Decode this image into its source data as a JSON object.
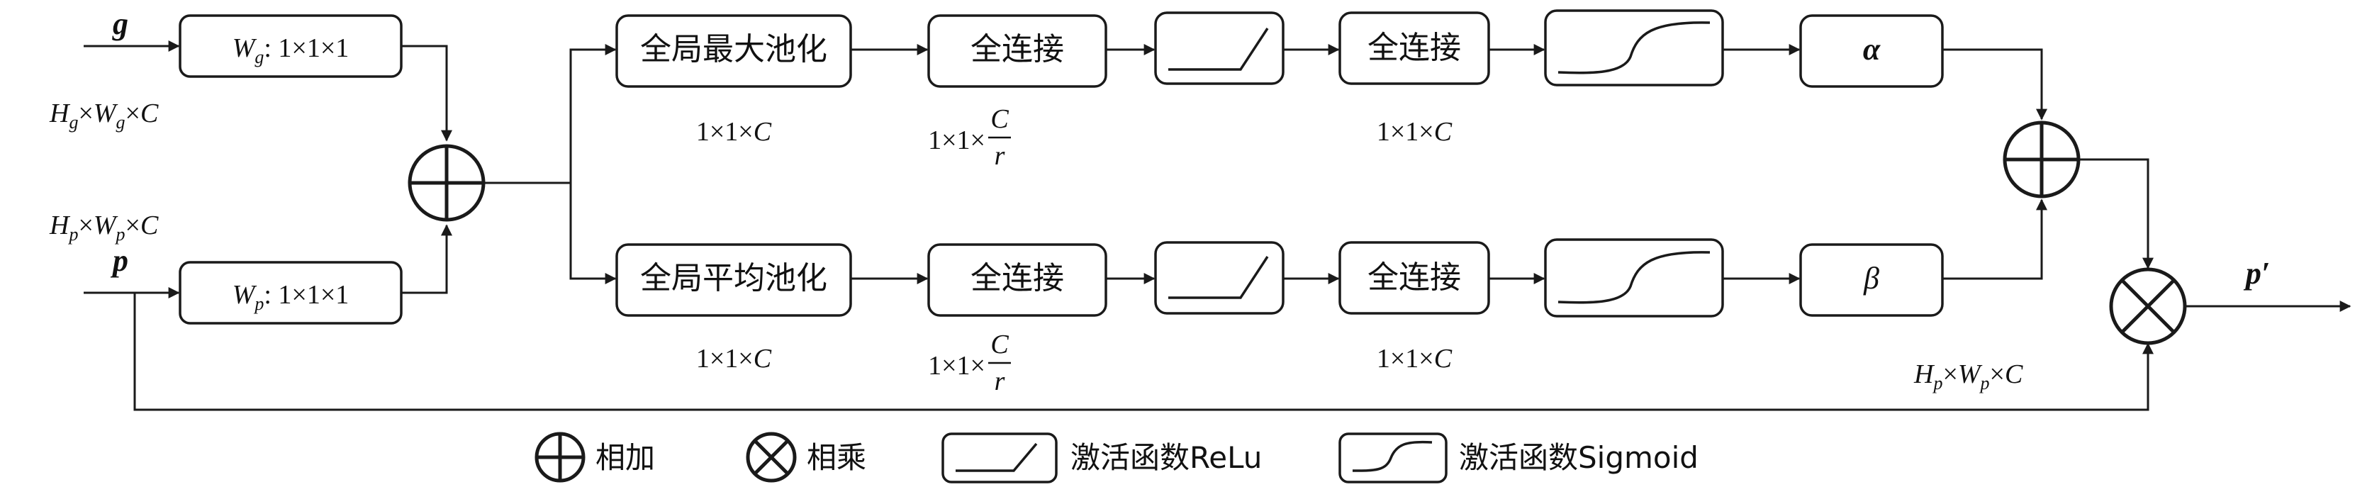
{
  "inputs": {
    "g": "g",
    "p": "p",
    "g_dims": {
      "H": "H",
      "Hs": "g",
      "W": "W",
      "Ws": "g",
      "C": "C"
    },
    "p_dims": {
      "H": "H",
      "Hs": "p",
      "W": "W",
      "Ws": "p",
      "C": "C"
    }
  },
  "conv": {
    "g": {
      "W": "W",
      "s": "g",
      "rest": ": 1×1×1"
    },
    "p": {
      "W": "W",
      "s": "p",
      "rest": ": 1×1×1"
    }
  },
  "top": {
    "pool": "全局最大池化",
    "fc1": "全连接",
    "fc2": "全连接",
    "weight": "α",
    "pool_dim": {
      "pre": "1×1×",
      "C": "C"
    },
    "fc1_dim": {
      "pre": "1×1×",
      "num": "C",
      "den": "r"
    },
    "fc2_dim": {
      "pre": "1×1×",
      "C": "C"
    }
  },
  "bottom": {
    "pool": "全局平均池化",
    "fc1": "全连接",
    "fc2": "全连接",
    "weight": "β",
    "pool_dim": {
      "pre": "1×1×",
      "C": "C"
    },
    "fc1_dim": {
      "pre": "1×1×",
      "num": "C",
      "den": "r"
    },
    "fc2_dim": {
      "pre": "1×1×",
      "C": "C"
    }
  },
  "output": {
    "label": "p′",
    "dims": {
      "H": "H",
      "Hs": "p",
      "W": "W",
      "Ws": "p",
      "C": "C"
    }
  },
  "legend": {
    "add": "相加",
    "mul": "相乘",
    "relu": "激活函数ReLu",
    "sigmoid": "激活函数Sigmoid"
  }
}
